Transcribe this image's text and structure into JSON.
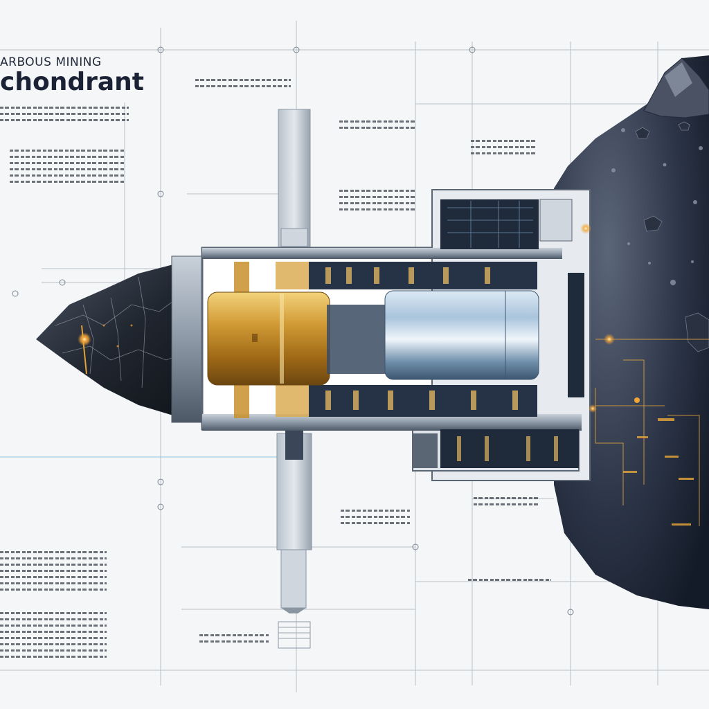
{
  "title": {
    "line1": "ARBOUS MINING",
    "line2": "chondrant"
  },
  "colors": {
    "background": "#f4f6f8",
    "ink": "#1b2236",
    "gridline": "#9aa3ae",
    "asteroid_dark": "#1d2636",
    "asteroid_mid": "#3b4658",
    "hull": "#6f7c8d",
    "gold": "#c8912a",
    "steel": "#8fb0cc",
    "accent_orange": "#f2a437",
    "accent_cyan": "#6fb7d9"
  },
  "icons": [
    "asteroid-illustration",
    "mining-ship-illustration",
    "drill-rock-illustration"
  ]
}
